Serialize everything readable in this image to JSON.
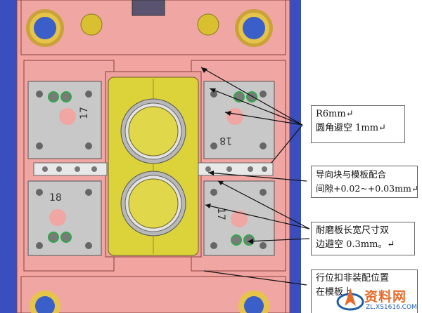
{
  "parts": {
    "wear_plate_labels": [
      "17",
      "18",
      "18",
      "17"
    ]
  },
  "annotations": [
    {
      "id": "radius-relief",
      "lines": [
        "R6mm↵",
        "圆角避空 1mm↵"
      ]
    },
    {
      "id": "guide-block-clearance",
      "lines": [
        "导向块与模板配合",
        "间隙+0.02~+0.03mm↵"
      ]
    },
    {
      "id": "wear-plate-relief",
      "lines": [
        "耐磨板长宽尺寸双",
        "边避空 0.3mm。↵"
      ]
    },
    {
      "id": "slide-anti-misassembly",
      "lines": [
        "行位扣非装配位置",
        "在模板上"
      ]
    }
  ],
  "watermark": {
    "title": "资料网",
    "url": "ZL.XS1616.COM"
  },
  "colors": {
    "mold_plate": "#f2a4a0",
    "plate_edge": "#8a4040",
    "cavity_insert": "#dcd23a",
    "wear_plate": "#c8c8c8",
    "guide_bar": "#e8e8e8",
    "frame_blue": "#3a4fbf",
    "bushing_yellow": "#d8c030",
    "bushing_blue": "#3a5fc8",
    "highlight_green": "#2fa84a"
  }
}
